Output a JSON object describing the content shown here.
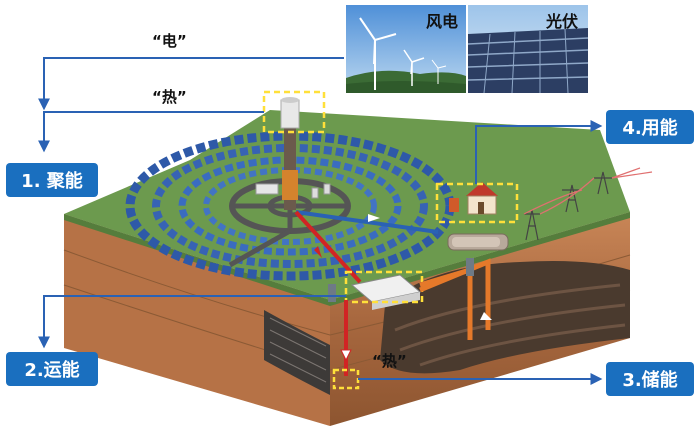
{
  "steps": {
    "collect": "1. 聚能",
    "transport": "2.运能",
    "store": "3.储能",
    "use": "4.用能"
  },
  "flows": {
    "electricity": "“电”",
    "heat_top": "“热”",
    "heat_underground": "“热”"
  },
  "photos": {
    "wind": "风电",
    "solar": "光伏"
  },
  "colors": {
    "label_blue": "#1a6fbf",
    "arrow_blue": "#2a62b4",
    "grass": "#6c9a4e",
    "soil": "#b4744c",
    "highlight": "#ffe03a",
    "pipe": "#e5792a"
  }
}
